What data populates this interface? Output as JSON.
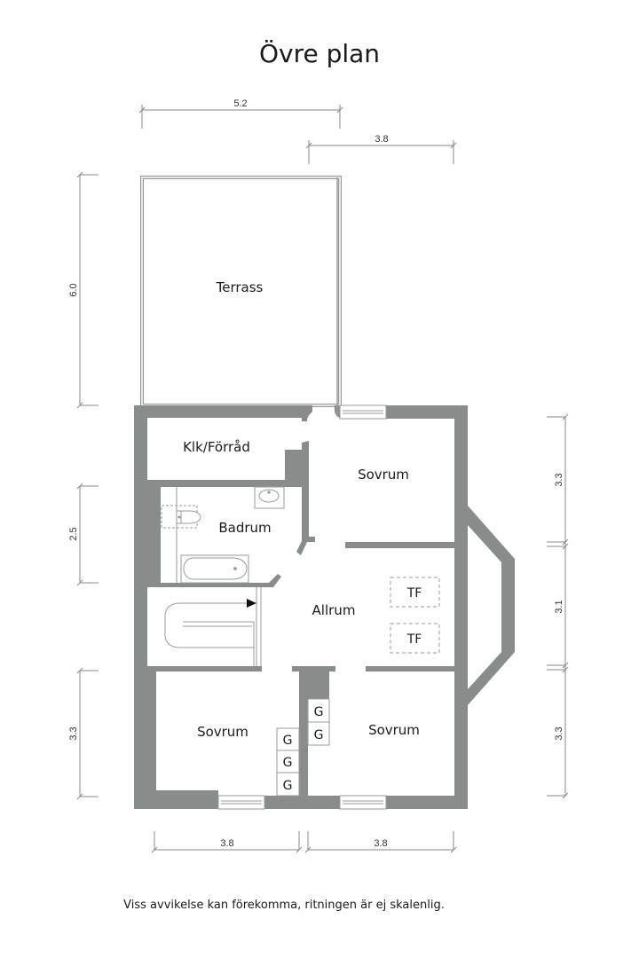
{
  "title": "Övre plan",
  "footer_note": "Viss avvikelse kan förekomma, ritningen är ej skalenlig.",
  "colors": {
    "wall": "#8a8c8c",
    "line": "#9a9a9a",
    "text": "#1a1a1a",
    "background": "#ffffff"
  },
  "rooms": {
    "terrass": "Terrass",
    "klk_forrad": "Klk/Förråd",
    "sovrum_ne": "Sovrum",
    "badrum": "Badrum",
    "allrum": "Allrum",
    "sovrum_sw": "Sovrum",
    "sovrum_se": "Sovrum"
  },
  "fixtures": {
    "tf_1": "TF",
    "tf_2": "TF",
    "g_left_1": "G",
    "g_left_2": "G",
    "g_left_3": "G",
    "g_right_1": "G",
    "g_right_2": "G"
  },
  "dimensions": {
    "top_width": "5.2",
    "top_right_width": "3.8",
    "left_terrass_height": "6.0",
    "left_badrum_height": "2.5",
    "left_sovrum_height": "3.3",
    "right_sovrum_height": "3.3",
    "right_allrum_height": "3.1",
    "right_sovrum_bottom_height": "3.3",
    "bottom_left_width": "3.8",
    "bottom_right_width": "3.8"
  }
}
